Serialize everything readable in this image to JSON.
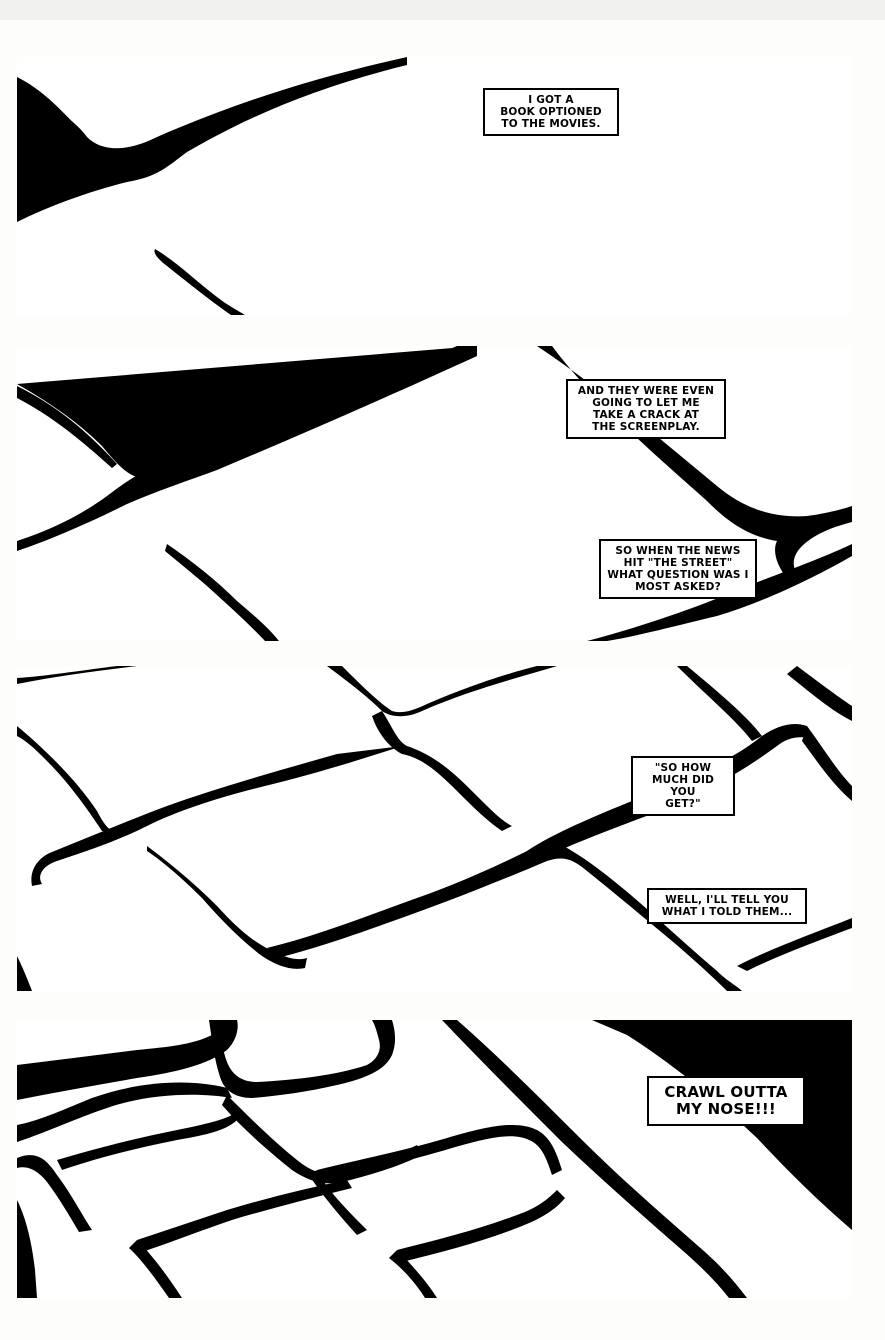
{
  "captions": {
    "p1_c1": "I GOT A\nBOOK OPTIONED\nTO THE MOVIES.",
    "p2_c1": "AND THEY WERE EVEN\nGOING TO LET ME\nTAKE A CRACK AT\nTHE SCREENPLAY.",
    "p2_c2": "SO WHEN THE NEWS\nHIT \"THE STREET\"\nWHAT QUESTION WAS I\nMOST ASKED?",
    "p3_c1": "\"SO HOW\nMUCH DID YOU\nGET?\"",
    "p3_c2": "WELL, I'LL TELL YOU\nWHAT I TOLD THEM...",
    "p4_c1": "CRAWL OUTTA\nMY NOSE!!!"
  },
  "colors": {
    "ink": "#000000",
    "paper": "#ffffff"
  }
}
